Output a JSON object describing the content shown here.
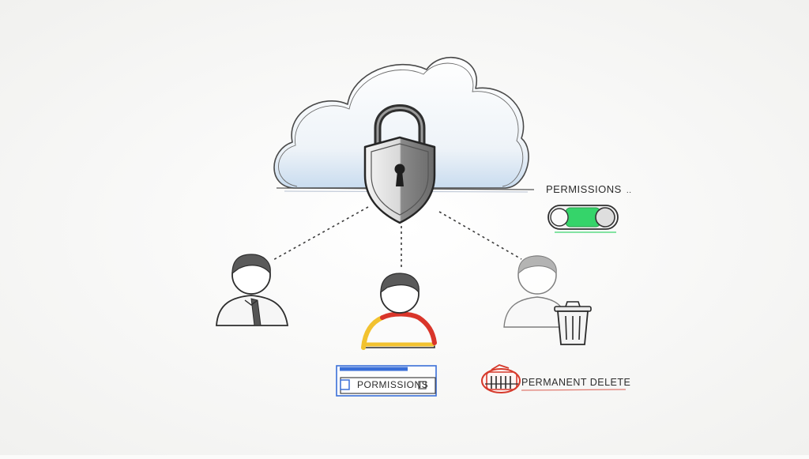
{
  "permissions_panel": {
    "title": "PERMISSIONS",
    "title_suffix": "..",
    "toggle_state": "on"
  },
  "permission_field": {
    "label": "PORMISSIONS",
    "left_marker": "◂"
  },
  "delete_action": {
    "label": "PERMANENT DELETE"
  },
  "users": [
    {
      "id": "admin-user",
      "style": "pencil"
    },
    {
      "id": "editor-user",
      "style": "highlighted"
    },
    {
      "id": "removed-user",
      "style": "faded"
    }
  ],
  "colors": {
    "toggle_green": "#35d46a",
    "user_red": "#d9352a",
    "user_yellow": "#f2c230",
    "field_blue": "#3a6fd8",
    "delete_red": "#d63a2c",
    "cloud_tint": "#c9dcef",
    "pencil": "#3a3a3a"
  },
  "icons": [
    "cloud-icon",
    "padlock-shield-icon",
    "toggle-icon",
    "user-icon",
    "trash-can-icon"
  ]
}
